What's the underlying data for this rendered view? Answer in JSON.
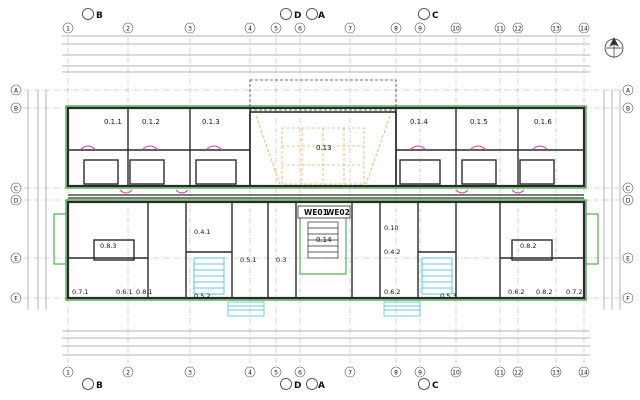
{
  "drawing": {
    "sections": [
      "B",
      "D",
      "A",
      "C"
    ],
    "axes_top": [
      "1",
      "2",
      "3",
      "4",
      "5",
      "6",
      "7",
      "8",
      "9",
      "10",
      "11",
      "12",
      "13",
      "14"
    ],
    "axes_left": [
      "A",
      "B",
      "C",
      "D",
      "E",
      "F"
    ],
    "rooms_top": [
      "0.1.1",
      "0.1.2",
      "0.1.3",
      "0.1.4",
      "0.1.5",
      "0.1.6"
    ],
    "rooms_left": [
      "0.8.3",
      "0.7.1",
      "0.6.1",
      "0.8.1"
    ],
    "rooms_center_left": [
      "0.4.1",
      "0.5.1",
      "0.5.2",
      "0.3"
    ],
    "rooms_center": [
      "0.13",
      "0.14"
    ],
    "rooms_center_right": [
      "0.10",
      "0.4.2",
      "0.6.2",
      "0.5.3"
    ],
    "rooms_right": [
      "0.8.2",
      "0.7.2",
      "0.6.2",
      "0.8.2"
    ],
    "unit_labels": [
      "WE01",
      "WE02"
    ],
    "colors": {
      "wall": "#2a2a2a",
      "accent_green": "#2f9e2f",
      "accent_magenta": "#cc3aa8",
      "accent_orange": "#e08a2a",
      "accent_cyan": "#37b7d6",
      "dim_line": "#6b6b6b"
    }
  }
}
